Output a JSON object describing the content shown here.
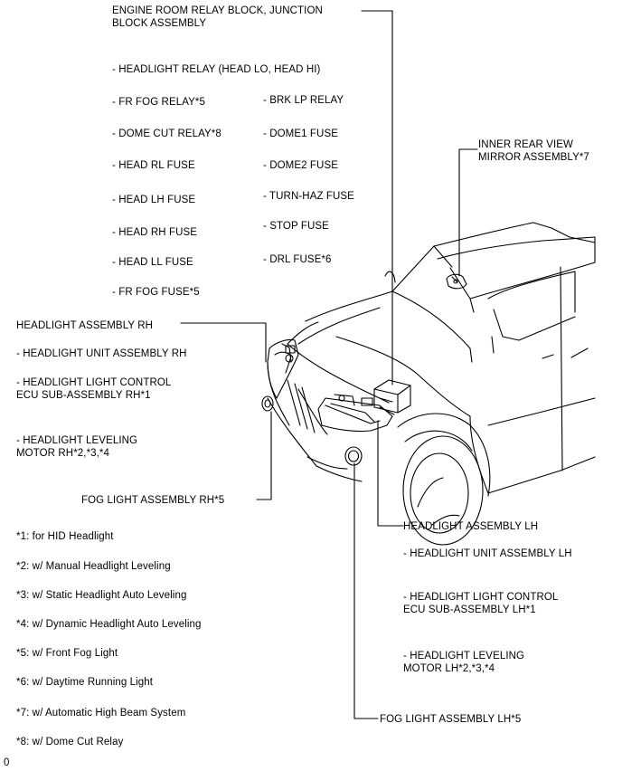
{
  "relay_block": {
    "title": "ENGINE ROOM RELAY BLOCK, JUNCTION\nBLOCK ASSEMBLY",
    "col1": [
      "- HEADLIGHT RELAY (HEAD LO, HEAD HI)",
      "- FR FOG RELAY*5",
      "- DOME CUT RELAY*8",
      "- HEAD RL FUSE",
      "- HEAD LH FUSE",
      "- HEAD RH FUSE",
      "- HEAD LL FUSE",
      "- FR FOG FUSE*5"
    ],
    "col2": [
      "- BRK LP RELAY",
      "- DOME1 FUSE",
      "- DOME2 FUSE",
      "- TURN-HAZ FUSE",
      "- STOP FUSE",
      "- DRL FUSE*6"
    ]
  },
  "mirror": {
    "title": "INNER REAR VIEW\nMIRROR ASSEMBLY*7"
  },
  "headlight_rh": {
    "title": "HEADLIGHT ASSEMBLY RH",
    "items": [
      "- HEADLIGHT UNIT ASSEMBLY RH",
      "- HEADLIGHT LIGHT CONTROL\nECU SUB-ASSEMBLY RH*1",
      "- HEADLIGHT LEVELING\nMOTOR RH*2,*3,*4"
    ]
  },
  "fog_rh": {
    "title": "FOG LIGHT ASSEMBLY RH*5"
  },
  "headlight_lh": {
    "title": "HEADLIGHT ASSEMBLY LH",
    "items": [
      "- HEADLIGHT UNIT ASSEMBLY LH",
      "- HEADLIGHT LIGHT CONTROL\nECU SUB-ASSEMBLY LH*1",
      "- HEADLIGHT LEVELING\nMOTOR LH*2,*3,*4"
    ]
  },
  "fog_lh": {
    "title": "FOG LIGHT ASSEMBLY LH*5"
  },
  "notes": [
    "*1: for HID Headlight",
    "*2: w/ Manual Headlight Leveling",
    "*3: w/ Static Headlight Auto Leveling",
    "*4: w/ Dynamic Headlight Auto Leveling",
    "*5: w/ Front Fog Light",
    "*6: w/ Daytime Running Light",
    "*7: w/ Automatic High Beam System",
    "*8: w/ Dome Cut Relay"
  ],
  "page_marker": "0"
}
